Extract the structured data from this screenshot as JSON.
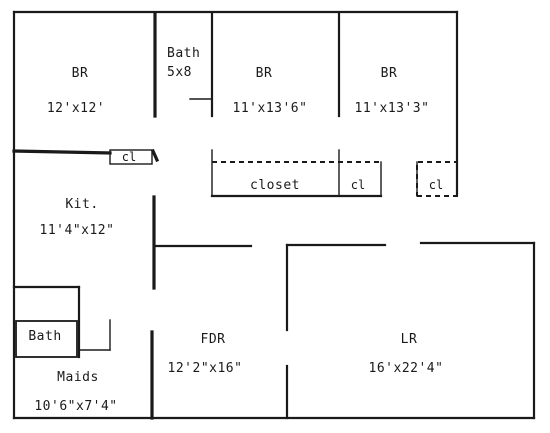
{
  "rooms": {
    "br1": {
      "name": "BR",
      "size": "12'x12'"
    },
    "bath1": {
      "name": "Bath",
      "size": "5x8"
    },
    "br2": {
      "name": "BR",
      "size": "11'x13'6\""
    },
    "br3": {
      "name": "BR",
      "size": "11'x13'3\""
    },
    "closet_kitchen": {
      "name": "cl"
    },
    "kitchen": {
      "name": "Kit.",
      "size": "11'4\"x12\""
    },
    "closet": {
      "name": "closet"
    },
    "closet2": {
      "name": "cl"
    },
    "closet3": {
      "name": "cl"
    },
    "bath2": {
      "name": "Bath"
    },
    "maids": {
      "name": "Maids",
      "size": "10'6\"x7'4\""
    },
    "fdr": {
      "name": "FDR",
      "size": "12'2\"x16\""
    },
    "lr": {
      "name": "LR",
      "size": "16'x22'4\""
    }
  }
}
